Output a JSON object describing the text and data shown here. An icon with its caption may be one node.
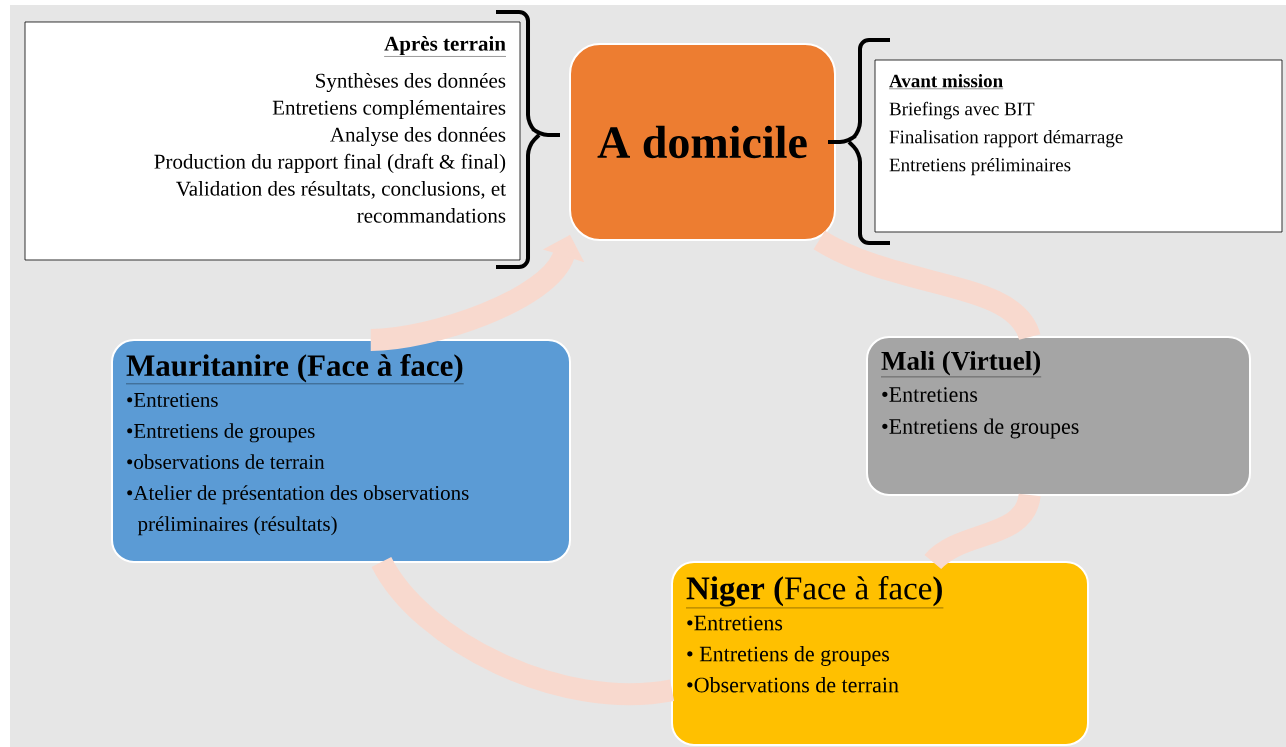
{
  "diagram": {
    "nodes": [
      {
        "text": [
          "Après terrain",
          "Synthèses des données",
          "Entretiens complémentaires",
          "Analyse des données",
          "Production du rapport final (draft & final)",
          "Validation des résultats, conclusions, et recommandations"
        ]
      },
      {
        "text": [
          "A domicile"
        ]
      },
      {
        "text": [
          "Avant mission",
          "Briefings avec BIT",
          "Finalisation rapport démarrage",
          "Entretiens préliminaires"
        ]
      },
      {
        "text": [
          "Mali (Virtuel)",
          "•Entretiens",
          "•Entretiens de groupes"
        ]
      },
      {
        "text": [
          "**Niger (**Face à face**)**",
          "•Entretiens",
          "• Entretiens de groupes",
          "•Observations de terrain"
        ]
      },
      {
        "text": [
          "Mauritanire (Face à face)",
          "•Entretiens",
          "•Entretiens de groupes",
          "•observations de terrain",
          "•Atelier de présentation des observations préliminaires (résultats)"
        ]
      }
    ],
    "edges": [
      {
        "from": 1,
        "to": 3,
        "arrow": "none"
      },
      {
        "from": 3,
        "to": 4,
        "arrow": "none"
      },
      {
        "from": 4,
        "to": 5,
        "arrow": "none"
      },
      {
        "from": 5,
        "to": 1,
        "arrow": "to"
      }
    ]
  }
}
